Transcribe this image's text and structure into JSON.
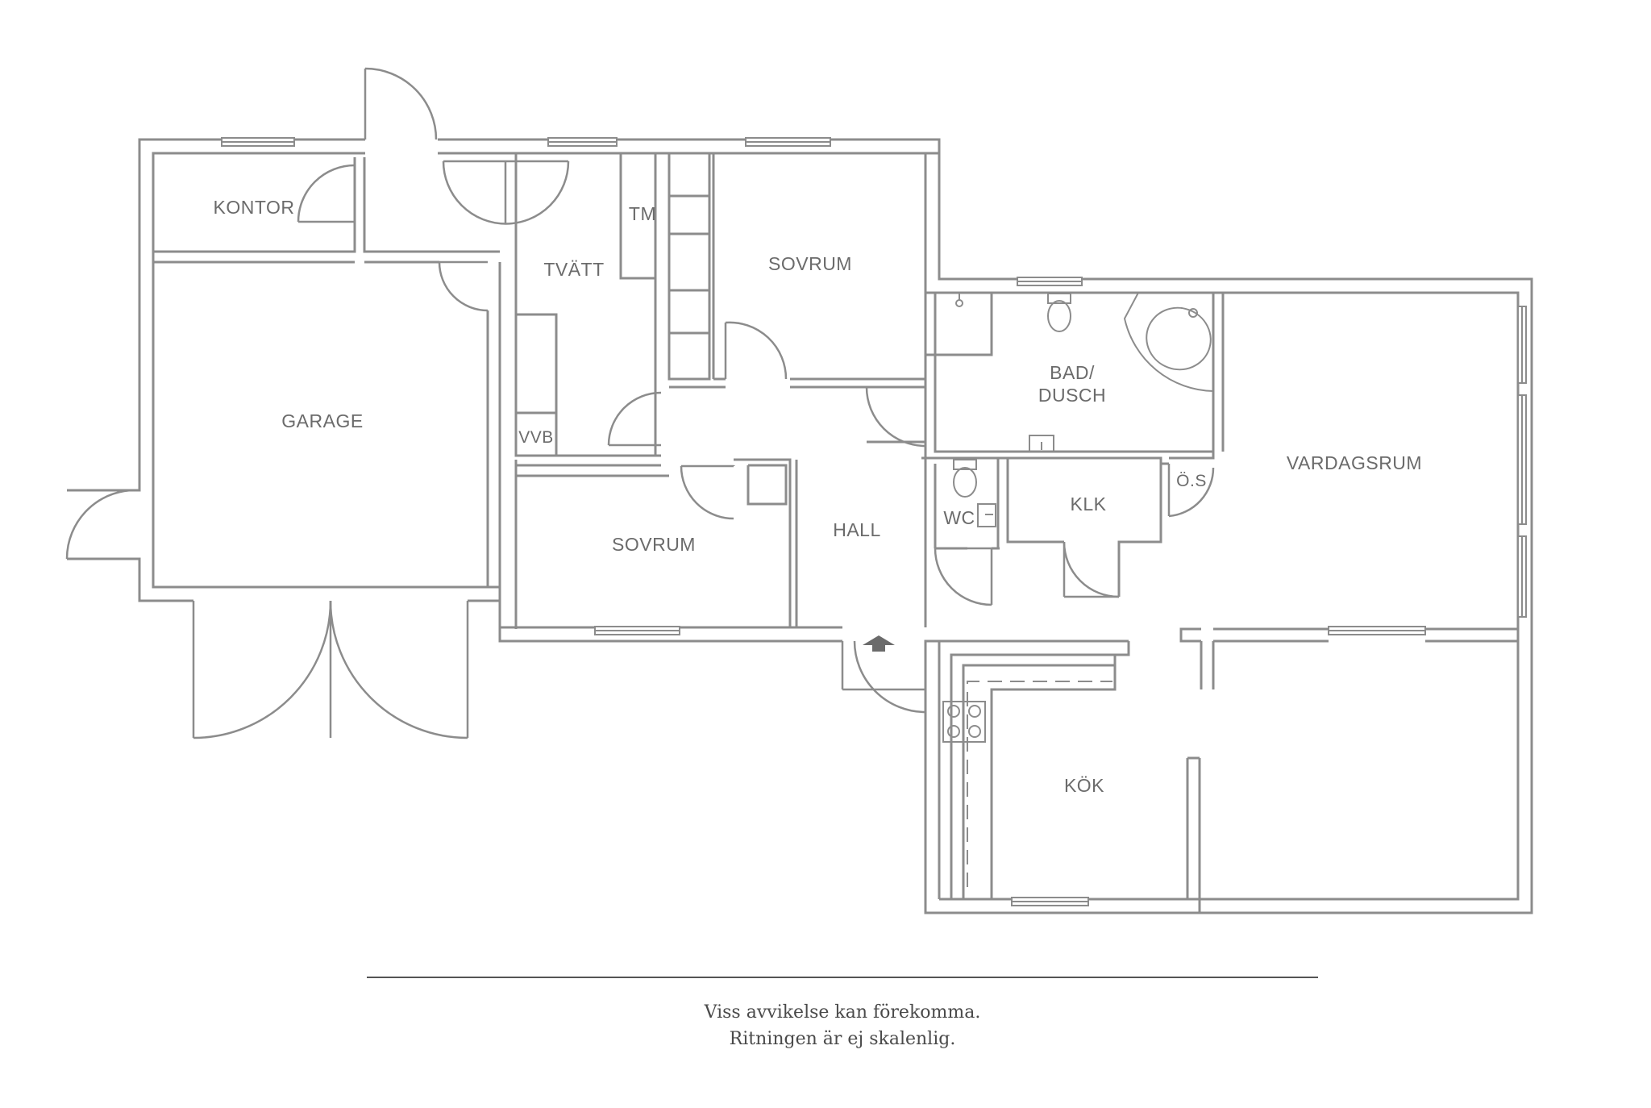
{
  "rooms": {
    "kontor": "KONTOR",
    "garage": "GARAGE",
    "tvatt": "TVÄTT",
    "tm": "TM",
    "vvb": "VVB",
    "sovrum_1": "SOVRUM",
    "sovrum_2": "SOVRUM",
    "hall": "HALL",
    "bad_line1": "BAD/",
    "bad_line2": "DUSCH",
    "wc": "WC",
    "klk": "KLK",
    "os": "Ö.S",
    "vardagsrum": "VARDAGSRUM",
    "kok": "KÖK"
  },
  "disclaimer": {
    "line1": "Viss avvikelse kan förekomma.",
    "line2": "Ritningen är ej skalenlig."
  },
  "style": {
    "wall_color": "#8c8c8c",
    "label_color": "#6b6b6b",
    "background": "#ffffff"
  }
}
